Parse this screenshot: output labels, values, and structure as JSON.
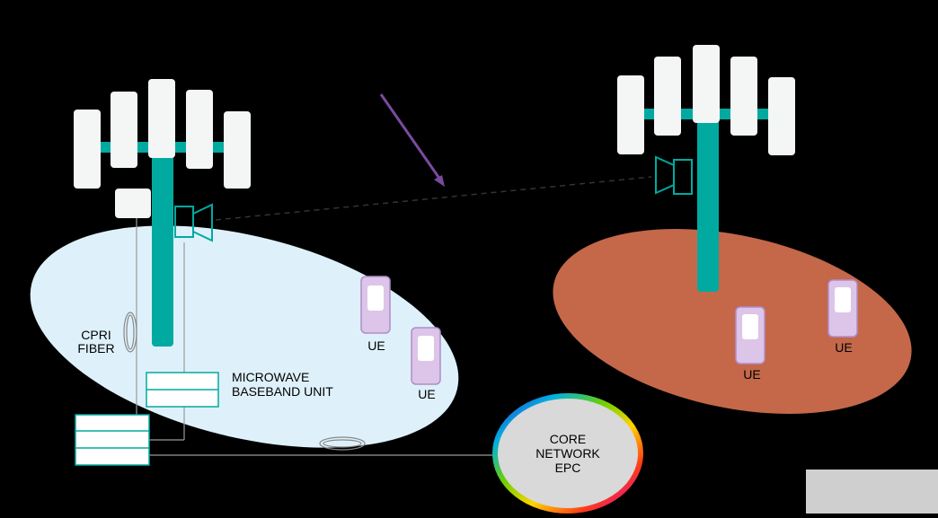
{
  "labels": {
    "cpri_line1": "CPRI",
    "cpri_line2": "FIBER",
    "microwave_line1": "MICROWAVE",
    "microwave_line2": "BASEBAND UNIT",
    "fiber": "FIBER",
    "ue": "UE",
    "core_line1": "CORE",
    "core_line2": "NETWORK",
    "core_line3": "EPC"
  },
  "colors": {
    "background": "#000000",
    "mast": "#00aaa0",
    "antenna": "#f4f5f5",
    "left_coverage": "#def1fb",
    "right_coverage": "#c46849",
    "ue": "#dcc5e8",
    "ue_border": "#b18cc9",
    "arrow": "#7a4aa0",
    "core": "#d9d9d9",
    "corner_box": "#cfcfcf"
  }
}
